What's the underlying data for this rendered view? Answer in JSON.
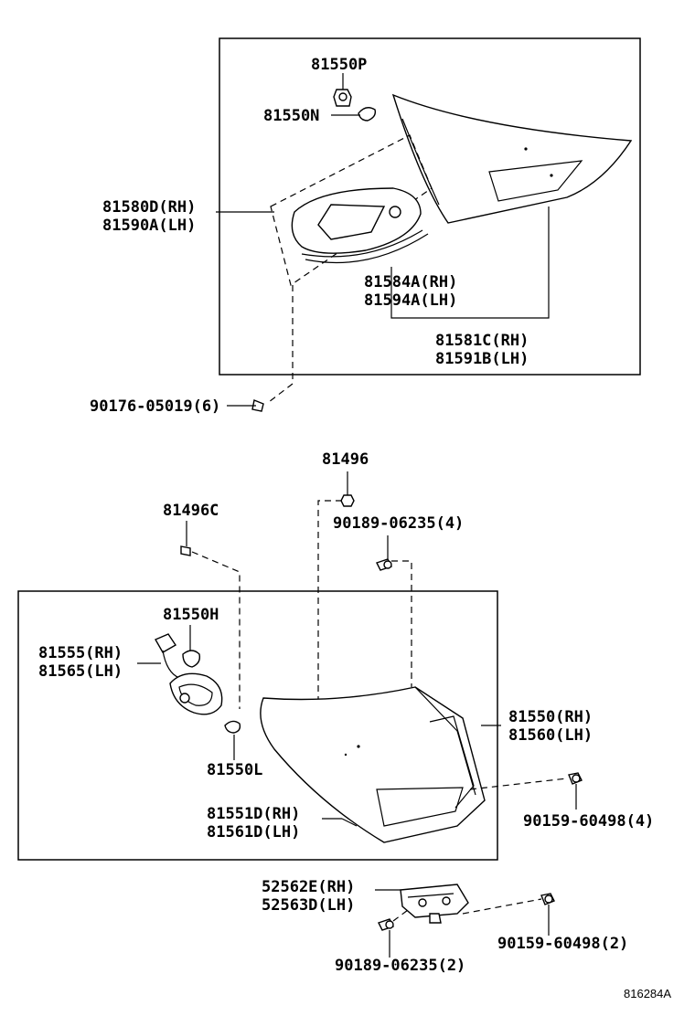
{
  "top_group": {
    "labels": {
      "p81550P": "81550P",
      "p81550N": "81550N",
      "p81580D": "81580D(RH)",
      "p81590A": "81590A(LH)",
      "p81584A": "81584A(RH)",
      "p81594A": "81594A(LH)",
      "p81581C": "81581C(RH)",
      "p81591B": "81591B(LH)",
      "p90176": "90176-05019(6)"
    }
  },
  "bottom_group": {
    "labels": {
      "p81496": "81496",
      "p81496C": "81496C",
      "p90189a": "90189-06235(4)",
      "p81550H": "81550H",
      "p81555": "81555(RH)",
      "p81565": "81565(LH)",
      "p81550": "81550(RH)",
      "p81560": "81560(LH)",
      "p81550L": "81550L",
      "p90159a": "90159-60498(4)",
      "p81551D": "81551D(RH)",
      "p81561D": "81561D(LH)",
      "p52562E": "52562E(RH)",
      "p52563D": "52563D(LH)",
      "p90159b": "90159-60498(2)",
      "p90189b": "90189-06235(2)"
    }
  },
  "figure_id": "816284A"
}
